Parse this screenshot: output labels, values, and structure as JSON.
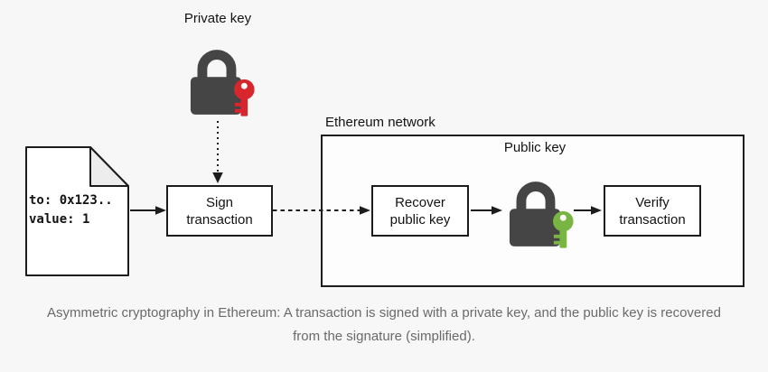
{
  "colors": {
    "background": "#f7f7f8",
    "lock_body": "#454545",
    "private_key_red": "#d7262c",
    "public_key_green": "#79b543",
    "line": "#1c1c1c",
    "caption_gray": "#6a6a6a"
  },
  "labels": {
    "private_key": "Private key",
    "ethereum_network": "Ethereum network",
    "public_key": "Public key"
  },
  "transaction_document": {
    "line1": "to: 0x123..",
    "line2": "value: 1"
  },
  "nodes": {
    "sign": "Sign transaction",
    "recover": "Recover public key",
    "verify": "Verify transaction"
  },
  "caption": "Asymmetric cryptography in Ethereum: A transaction is signed with a private key, and the public key is recovered from the signature (simplified)."
}
